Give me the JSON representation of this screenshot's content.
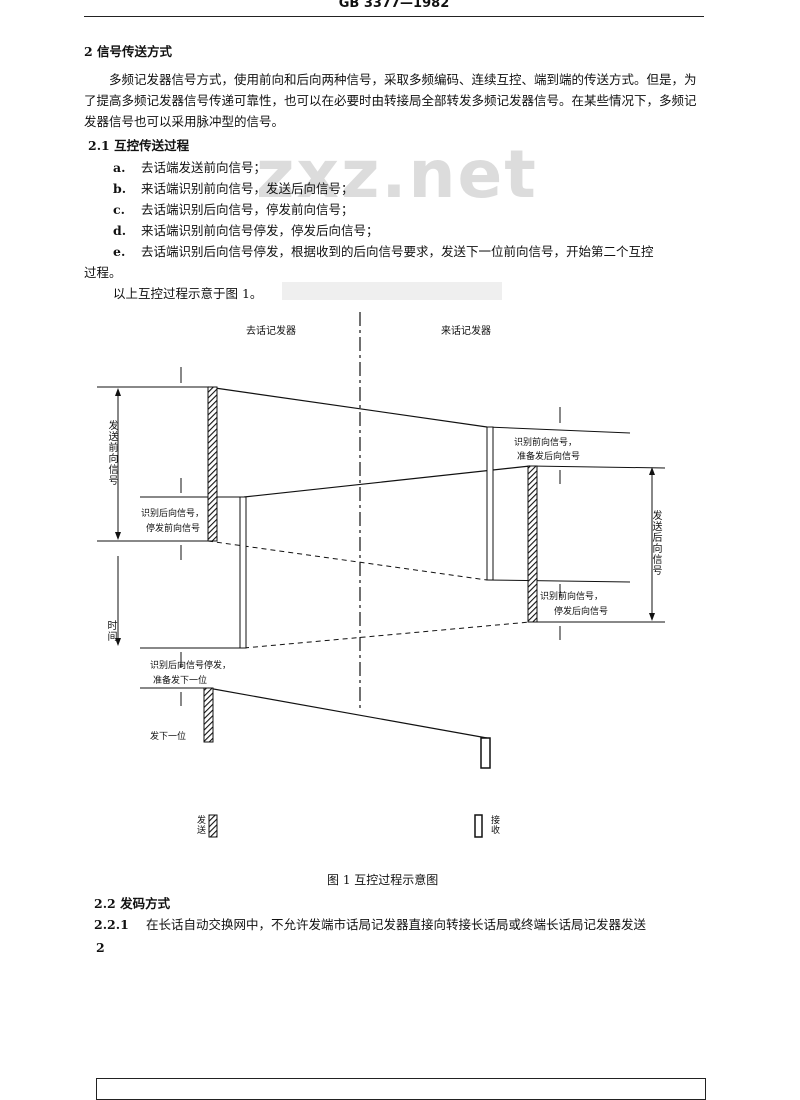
{
  "header": {
    "text": "GB 3377—1982"
  },
  "watermark": {
    "text": "zxz.net"
  },
  "section2": {
    "heading": "2  信号传送方式",
    "para": "多频记发器信号方式，使用前向和后向两种信号，采取多频编码、连续互控、端到端的传送方式。但是，为了提高多频记发器信号传递可靠性，也可以在必要时由转接局全部转发多频记发器信号。在某些情况下，多频记发器信号也可以采用脉冲型的信号。"
  },
  "section21": {
    "heading": "2.1  互控传送过程",
    "items": [
      {
        "marker": "a.",
        "text": "去话端发送前向信号；"
      },
      {
        "marker": "b.",
        "text": "来话端识别前向信号，发送后向信号；"
      },
      {
        "marker": "c.",
        "text": "去话端识别后向信号，停发前向信号；"
      },
      {
        "marker": "d.",
        "text": "来话端识别前向信号停发，停发后向信号；"
      },
      {
        "marker": "e.",
        "text": "去话端识别后向信号停发，根据收到的后向信号要求，发送下一位前向信号，开始第二个互控"
      }
    ],
    "item_e_cont": "过程。",
    "figure_ref": "以上互控过程示意于图 1。"
  },
  "figure": {
    "left_title": "去话记发器",
    "right_title": "来话记发器",
    "label_send_forward": "发送前向信号",
    "label_time": "时间",
    "label_id_backward_1": "识别后向信号，",
    "label_id_backward_2": "停发前向信号",
    "label_id_forward_1": "识别前向信号，",
    "label_id_forward_2": "准备发后向信号",
    "label_send_backward": "发送后向信号",
    "label_id_fwd_stop_1": "识别前向信号，",
    "label_id_fwd_stop_2": "停发后向信号",
    "label_id_bwd_stop_1": "识别后向信号停发，",
    "label_id_bwd_stop_2": "准备发下一位",
    "label_send_next": "发下一位",
    "legend_send": "发送",
    "legend_receive": "接收",
    "caption": "图 1   互控过程示意图"
  },
  "section22": {
    "heading": "2.2  发码方式",
    "sub_heading": "2.2.1",
    "sub_text": "在长话自动交换网中，不允许发端市话局记发器直接向转接长话局或终端长话局记发器发送"
  },
  "page_number": "2"
}
